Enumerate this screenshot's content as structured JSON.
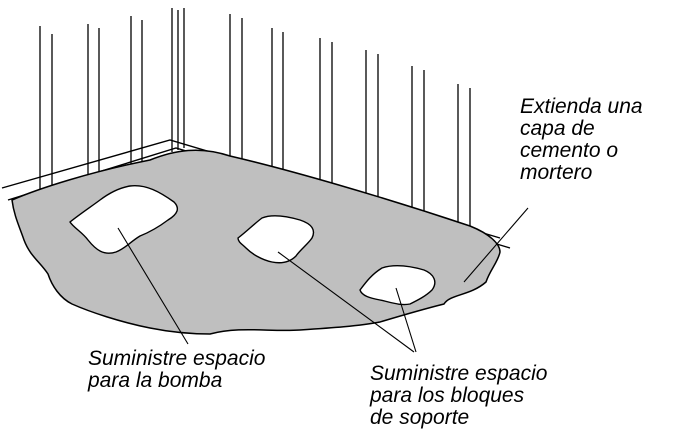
{
  "labels": {
    "mortar": [
      "Extienda una",
      "capa de",
      "cemento o",
      "mortero"
    ],
    "pump": [
      "Suministre espacio",
      "para la bomba"
    ],
    "blocks": [
      "Suministre espacio",
      "para los bloques",
      "de soporte"
    ]
  },
  "colors": {
    "slab": "#bfbfbf",
    "line": "#000000",
    "background": "#ffffff"
  }
}
